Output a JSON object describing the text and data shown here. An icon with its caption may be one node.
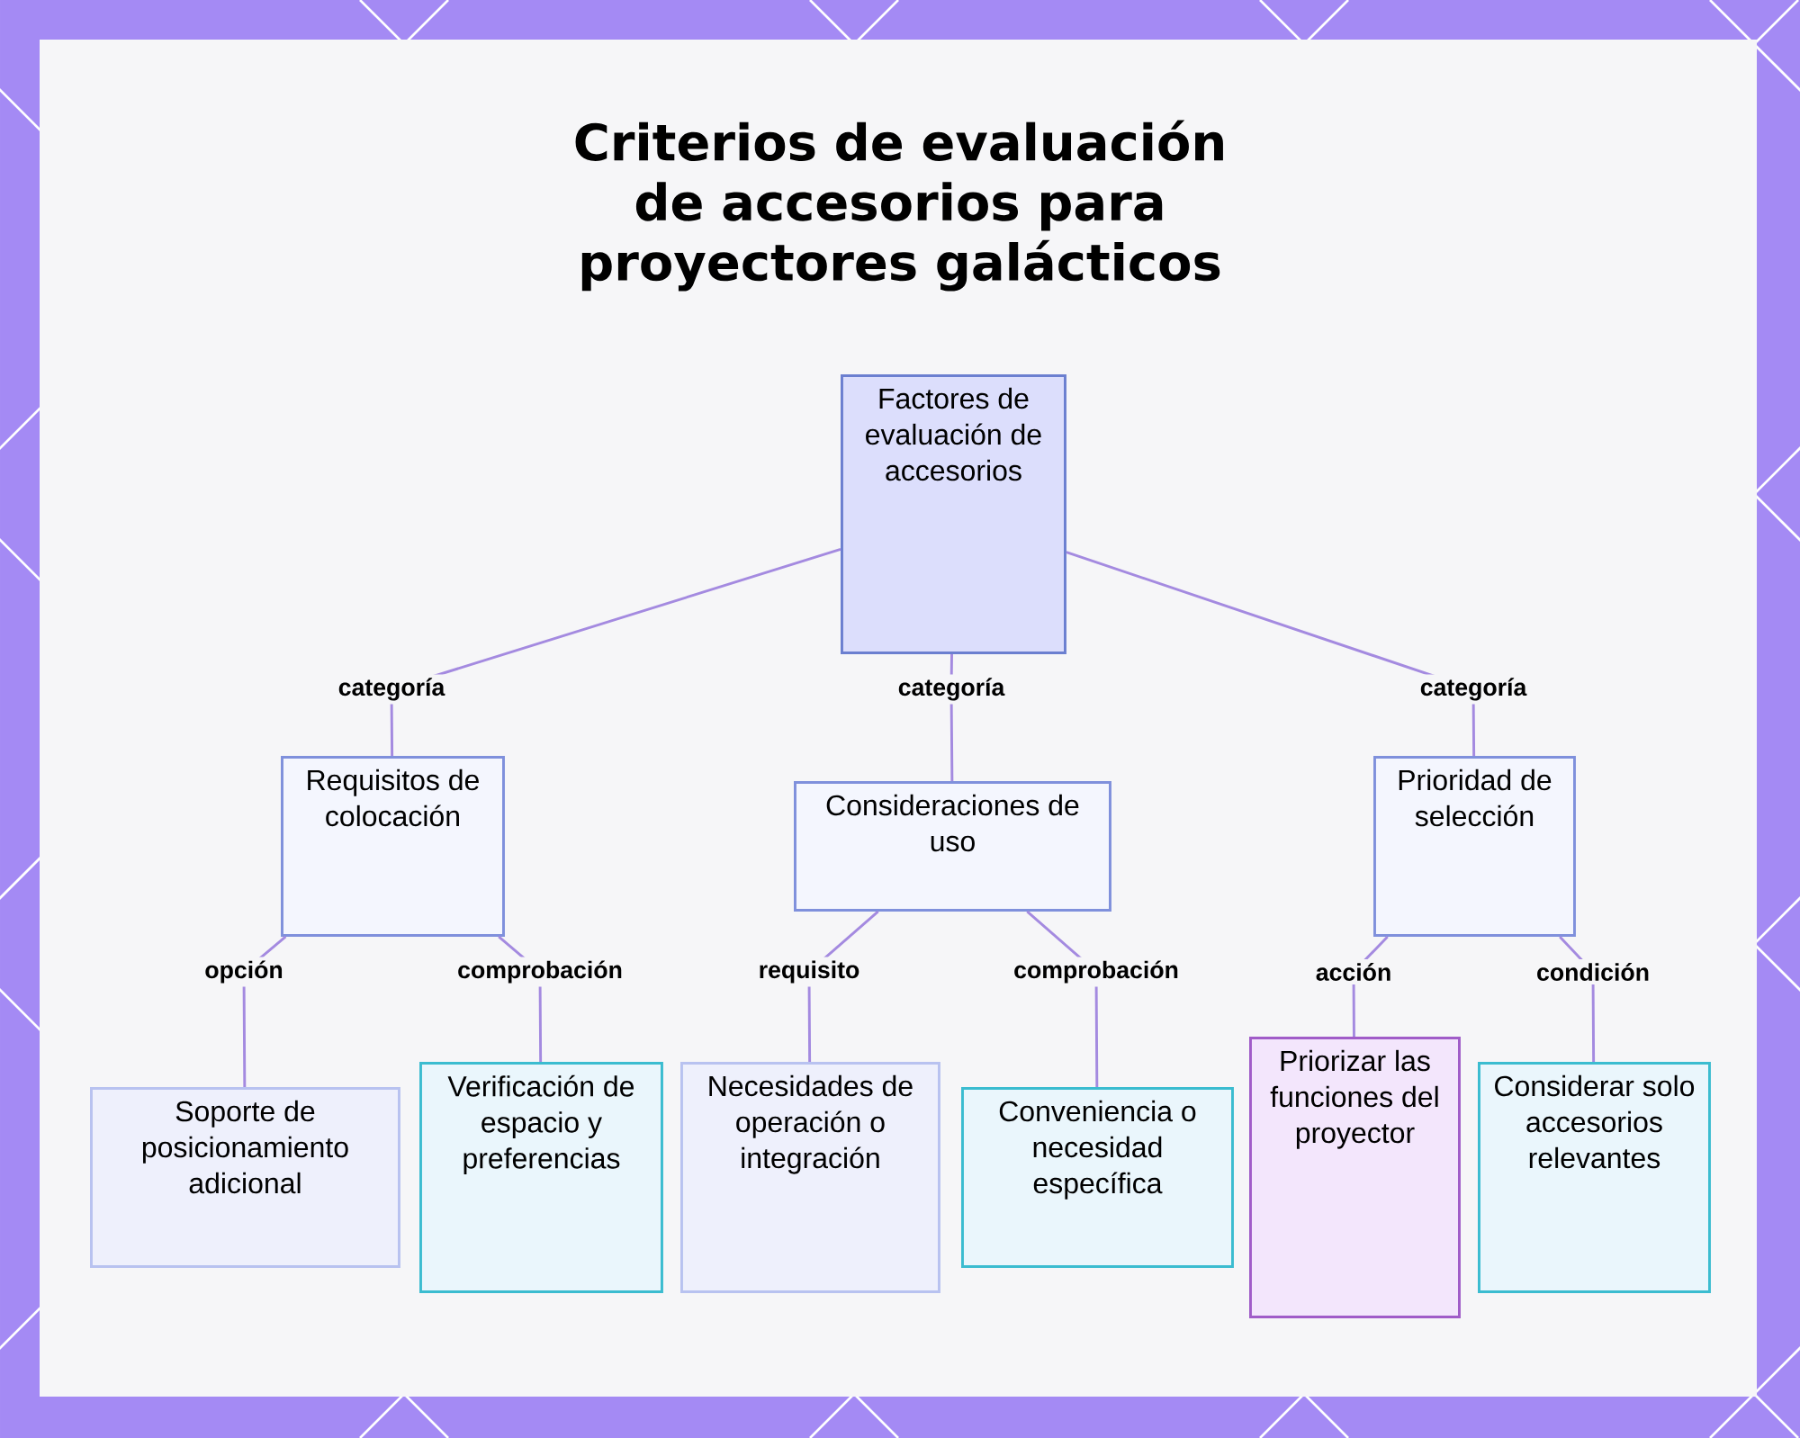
{
  "diagram": {
    "title": "Criterios de evaluación de accesorios para proyectores galácticos",
    "nodes": [
      {
        "text": [
          "Factores de evaluación de accesorios"
        ]
      },
      {
        "text": [
          "Requisitos de colocación"
        ]
      },
      {
        "text": [
          "Consideraciones de uso"
        ]
      },
      {
        "text": [
          "Prioridad de selección"
        ]
      },
      {
        "text": [
          "Soporte de posicionamiento adicional"
        ]
      },
      {
        "text": [
          "Verificación de espacio y preferencias"
        ]
      },
      {
        "text": [
          "Necesidades de operación o integración"
        ]
      },
      {
        "text": [
          "Conveniencia o necesidad específica"
        ]
      },
      {
        "text": [
          "Priorizar las funciones del proyector"
        ]
      },
      {
        "text": [
          "Considerar solo accesorios relevantes"
        ]
      }
    ],
    "edges": [
      {
        "from": 0,
        "to": 1,
        "arrow": "none",
        "label": "categoría"
      },
      {
        "from": 0,
        "to": 2,
        "arrow": "none",
        "label": "categoría"
      },
      {
        "from": 0,
        "to": 3,
        "arrow": "none",
        "label": "categoría"
      },
      {
        "from": 1,
        "to": 4,
        "arrow": "none",
        "label": "opción"
      },
      {
        "from": 1,
        "to": 5,
        "arrow": "none",
        "label": "comprobación"
      },
      {
        "from": 2,
        "to": 6,
        "arrow": "none",
        "label": "requisito"
      },
      {
        "from": 2,
        "to": 7,
        "arrow": "none",
        "label": "comprobación"
      },
      {
        "from": 3,
        "to": 8,
        "arrow": "none",
        "label": "acción"
      },
      {
        "from": 3,
        "to": 9,
        "arrow": "none",
        "label": "condición"
      }
    ]
  }
}
